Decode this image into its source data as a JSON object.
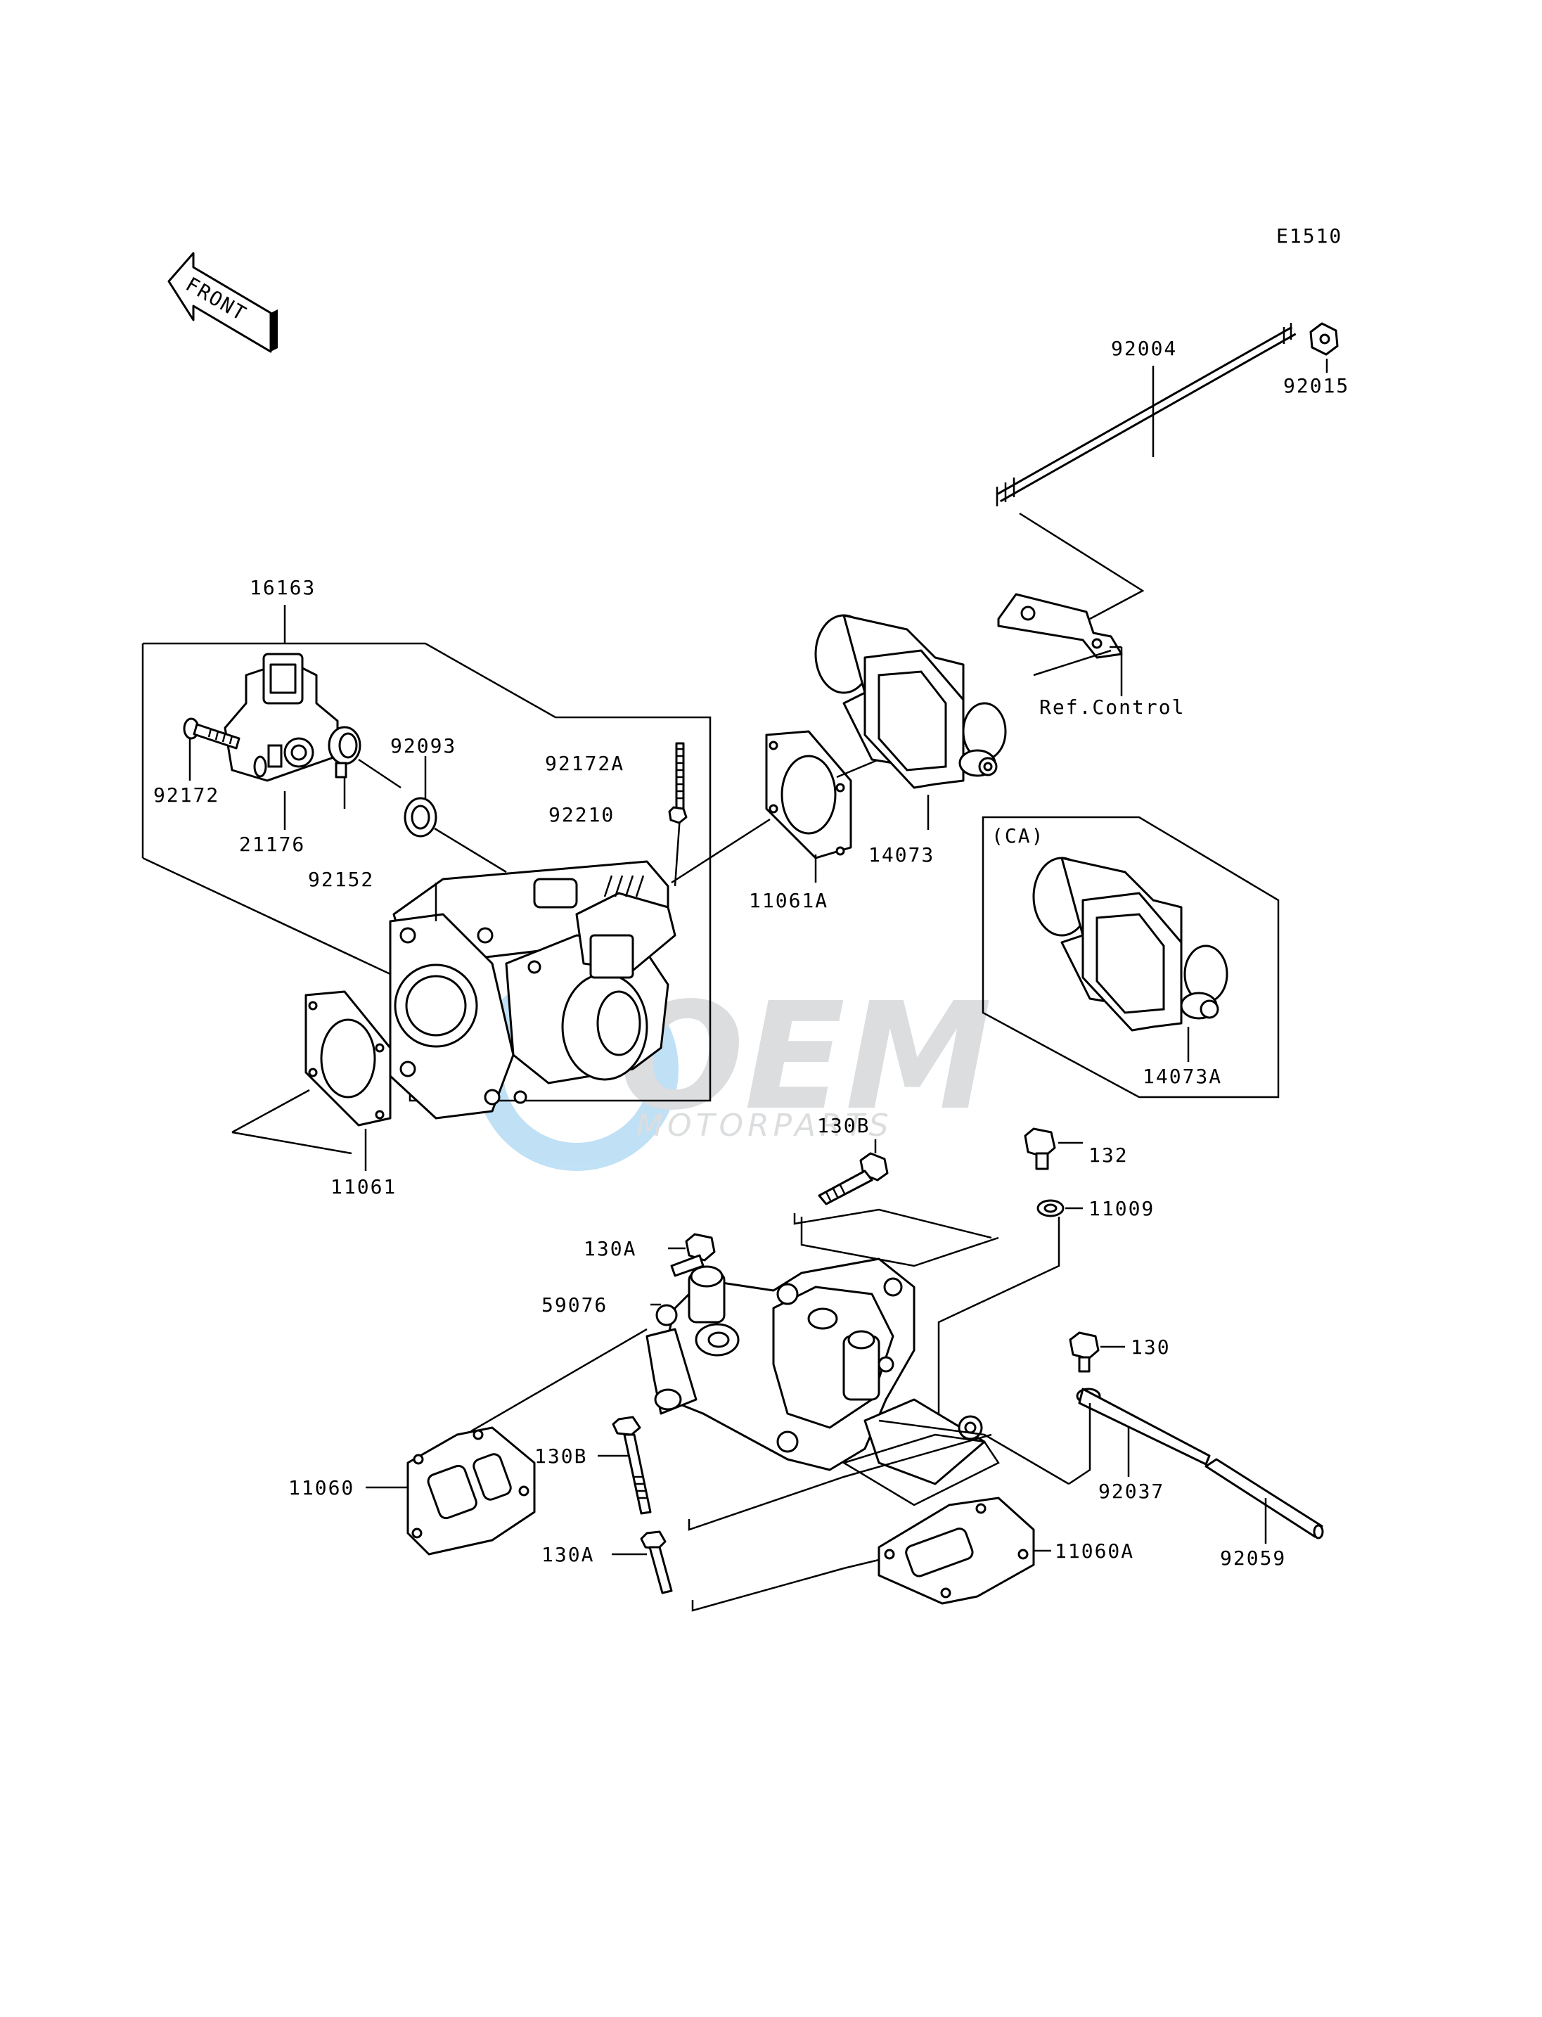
{
  "diagram": {
    "code": "E1510",
    "front_marker": "FRONT",
    "callouts": [
      {
        "id": "92004",
        "label": "92004"
      },
      {
        "id": "92015",
        "label": "92015"
      },
      {
        "id": "16163",
        "label": "16163"
      },
      {
        "id": "ref-control",
        "label": "Ref.Control"
      },
      {
        "id": "92172",
        "label": "92172"
      },
      {
        "id": "21176",
        "label": "21176"
      },
      {
        "id": "92152",
        "label": "92152"
      },
      {
        "id": "92093",
        "label": "92093"
      },
      {
        "id": "92172A",
        "label": "92172A"
      },
      {
        "id": "92210",
        "label": "92210"
      },
      {
        "id": "14073",
        "label": "14073"
      },
      {
        "id": "11061A",
        "label": "11061A"
      },
      {
        "id": "CA",
        "label": "(CA)"
      },
      {
        "id": "14073A",
        "label": "14073A"
      },
      {
        "id": "11061",
        "label": "11061"
      },
      {
        "id": "130B-top",
        "label": "130B"
      },
      {
        "id": "132",
        "label": "132"
      },
      {
        "id": "11009",
        "label": "11009"
      },
      {
        "id": "130A-top",
        "label": "130A"
      },
      {
        "id": "59076",
        "label": "59076"
      },
      {
        "id": "130",
        "label": "130"
      },
      {
        "id": "11060",
        "label": "11060"
      },
      {
        "id": "130B-bottom",
        "label": "130B"
      },
      {
        "id": "92037",
        "label": "92037"
      },
      {
        "id": "130A-bottom",
        "label": "130A"
      },
      {
        "id": "11060A",
        "label": "11060A"
      },
      {
        "id": "92059",
        "label": "92059"
      }
    ],
    "watermark": {
      "logo_text": "OEM",
      "tagline": "MOTORPARTS"
    }
  }
}
